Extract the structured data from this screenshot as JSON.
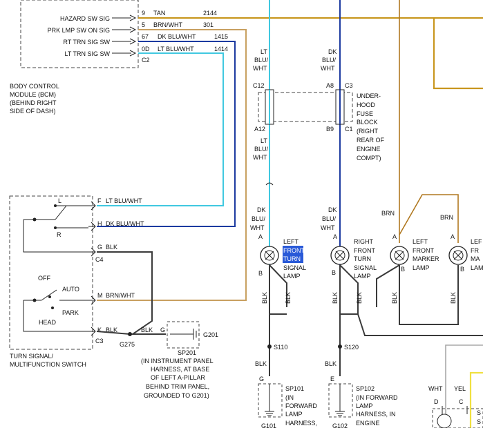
{
  "bcm": {
    "signals": [
      "HAZARD SW SIG",
      "PRK LMP SW ON SIG",
      "RT TRN SIG SW",
      "LT TRN SIG SW"
    ],
    "pins": [
      "9",
      "5",
      "67",
      "0D",
      "C2"
    ],
    "wires": [
      {
        "color": "TAN",
        "circuit": "2144"
      },
      {
        "color": "BRN/WHT",
        "circuit": "301"
      },
      {
        "color": "DK BLU/WHT",
        "circuit": "1415"
      },
      {
        "color": "LT BLU/WHT",
        "circuit": "1414"
      }
    ],
    "label": [
      "BODY CONTROL",
      "MODULE (BCM)",
      "(BEHIND RIGHT",
      "SIDE OF DASH)"
    ]
  },
  "fuse_block": {
    "wire_left": [
      "LT",
      "BLU/",
      "WHT"
    ],
    "wire_right": [
      "DK",
      "BLU/",
      "WHT"
    ],
    "pins_top": [
      "C12",
      "A8",
      "C3"
    ],
    "pins_bottom": [
      "A12",
      "B9",
      "C1"
    ],
    "label": [
      "UNDER-",
      "HOOD",
      "FUSE",
      "BLOCK",
      "(RIGHT",
      "REAR OF",
      "ENGINE",
      "COMPT)"
    ],
    "wire_left_below": [
      "LT",
      "BLU/",
      "WHT"
    ]
  },
  "switch": {
    "positions": [
      "L",
      "R"
    ],
    "pins": [
      "F",
      "H",
      "G",
      "M",
      "K"
    ],
    "wires": [
      "LT BLU/WHT",
      "DK BLU/WHT",
      "BLK",
      "BRN/WHT",
      "BLK"
    ],
    "connectors": [
      "C4",
      "C3"
    ],
    "headlamp": [
      "OFF",
      "AUTO",
      "PARK",
      "HEAD"
    ],
    "label": [
      "TURN SIGNAL/",
      "MULTIFUNCTION SWITCH"
    ]
  },
  "ground_sp201": {
    "g275": "G275",
    "blk": "BLK",
    "g": "G",
    "sp201": "SP201",
    "g201": "G201",
    "label": [
      "(IN INSTRUMENT PANEL",
      "HARNESS, AT BASE",
      "OF LEFT A-PILLAR",
      "BEHIND TRIM PANEL,",
      "GROUNDED TO G201)"
    ]
  },
  "lamps": {
    "left_wire": [
      "DK",
      "BLU/",
      "WHT"
    ],
    "right_wire": [
      "DK",
      "BLU/",
      "WHT"
    ],
    "pin_a": "A",
    "pin_b": "B",
    "brn": "BRN",
    "blk": "BLK",
    "left_front_turn": {
      "l1": "LEFT",
      "l2": "FRONT",
      "l3": "TURN",
      "l4": "SIGNAL",
      "l5": "LAMP"
    },
    "right_front_turn": [
      "RIGHT",
      "FRONT",
      "TURN",
      "SIGNAL",
      "LAMP"
    ],
    "left_front_marker": [
      "LEFT",
      "FRONT",
      "MARKER",
      "LAMP"
    ],
    "right_front_marker": [
      "LEF",
      "FR",
      "MA",
      "LAM"
    ]
  },
  "splices": {
    "s110": "S110",
    "s120": "S120",
    "blk": "BLK",
    "g": "G",
    "e": "E",
    "sp101": "SP101",
    "sp101_label": [
      "(IN",
      "FORWARD",
      "LAMP",
      "HARNESS,"
    ],
    "g101": "G101",
    "sp102": "SP102",
    "sp102_label": [
      "(IN FORWARD",
      "LAMP",
      "HARNESS, IN",
      "ENGINE"
    ],
    "g102": "G102",
    "wht": "WHT",
    "yel": "YEL",
    "d": "D",
    "c": "C",
    "s_cut": [
      "S",
      "S"
    ]
  },
  "colors": {
    "tan": "#c8961e",
    "brn_wht": "#c8a060",
    "dk_blu": "#1c3aa0",
    "lt_blu": "#40c8e0",
    "blk": "#3a3a3a",
    "brn": "#b07820",
    "yel": "#f0e040",
    "gray": "#a8a8a8",
    "highlight": "#2a5ad8"
  }
}
